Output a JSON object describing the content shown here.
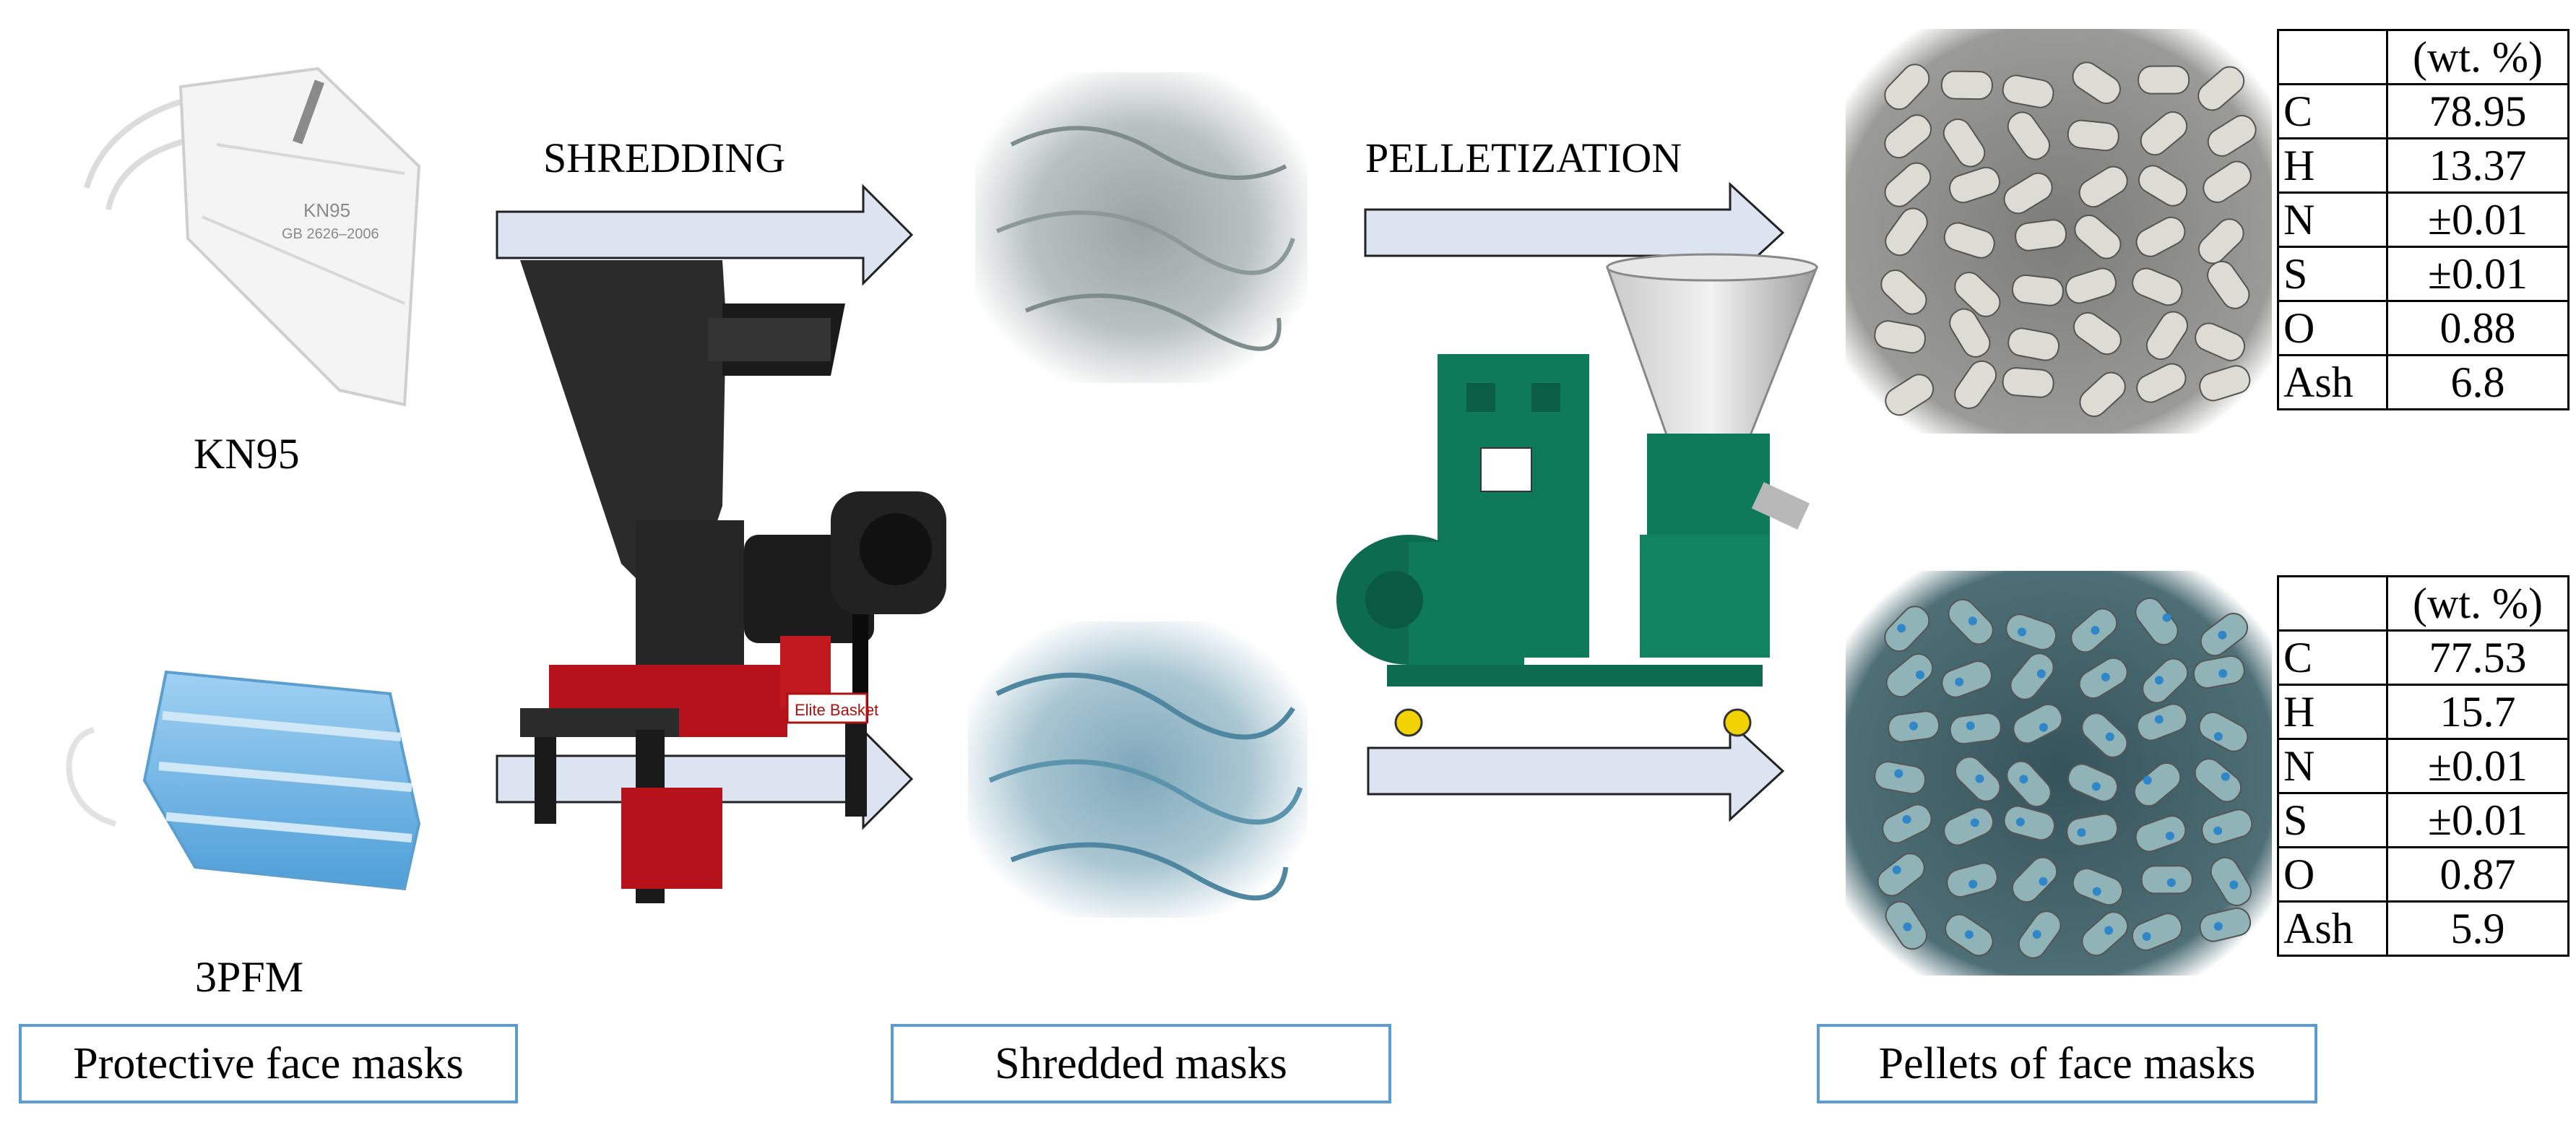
{
  "inputs": {
    "title": "Protective face masks",
    "mask1": "KN95",
    "mask2": "3PFM",
    "mask1_print": "KN95",
    "mask1_print2": "GB 2626–2006"
  },
  "shredding": {
    "label": "SHREDDING",
    "machine_tag": "Elite Basket"
  },
  "shredded": {
    "title": "Shredded masks"
  },
  "pelletization": {
    "label": "PELLETIZATION"
  },
  "pellets": {
    "title": "Pellets of face masks",
    "table_header": "(wt. %)",
    "table_kn95": [
      {
        "el": "C",
        "v": "78.95"
      },
      {
        "el": "H",
        "v": "13.37"
      },
      {
        "el": "N",
        "v": "±0.01"
      },
      {
        "el": "S",
        "v": "±0.01"
      },
      {
        "el": "O",
        "v": "0.88"
      },
      {
        "el": "Ash",
        "v": "6.8"
      }
    ],
    "table_3pfm": [
      {
        "el": "C",
        "v": "77.53"
      },
      {
        "el": "H",
        "v": "15.7"
      },
      {
        "el": "N",
        "v": "±0.01"
      },
      {
        "el": "S",
        "v": "±0.01"
      },
      {
        "el": "O",
        "v": "0.87"
      },
      {
        "el": "Ash",
        "v": "5.9"
      }
    ]
  },
  "colors": {
    "arrow_fill": "#dce4f2",
    "box_border": "#5b9bd5",
    "machine_green": "#0f7a5a",
    "shredder_dark": "#2b2b2b",
    "shredder_red": "#b5121b"
  }
}
